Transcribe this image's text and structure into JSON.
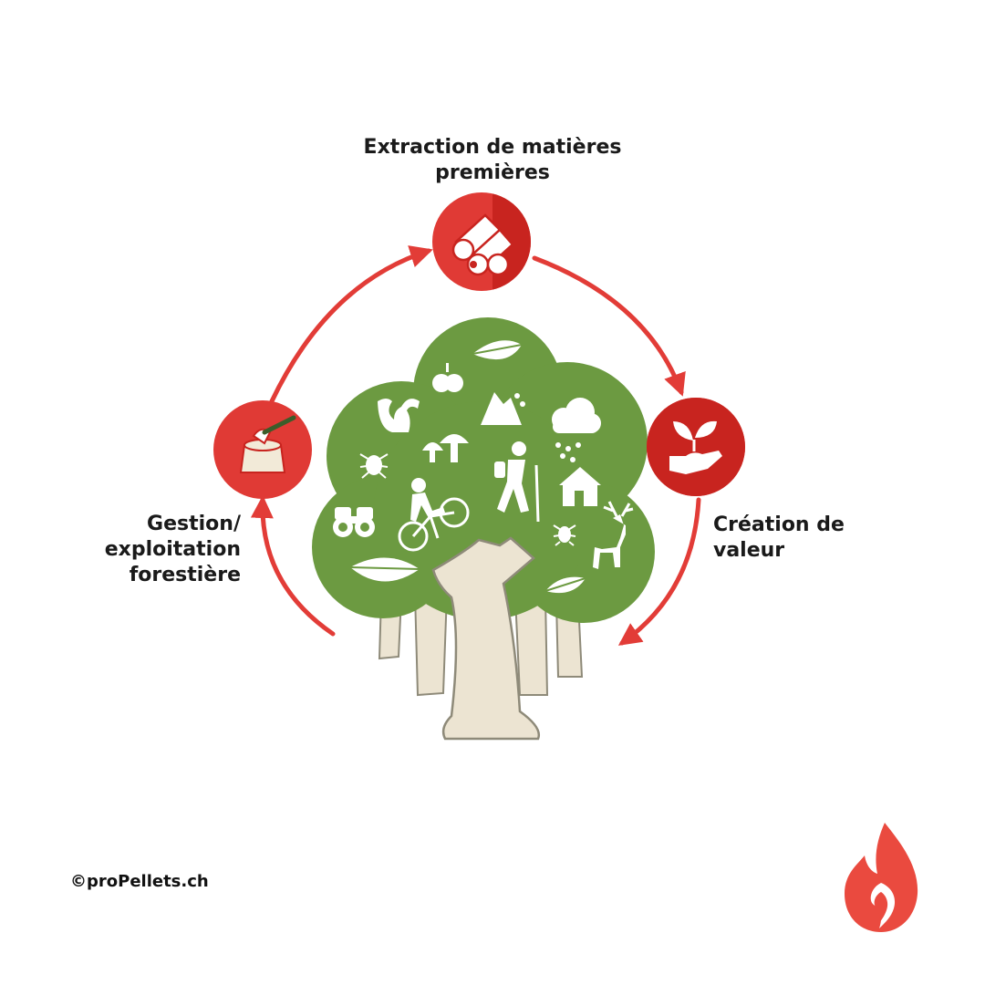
{
  "colors": {
    "red": "#e03a35",
    "red_dark": "#c8241f",
    "arrow": "#e23c37",
    "canopy": "#6c9a41",
    "trunk": "#ece4d2",
    "trunk_outline": "#8e8a79",
    "text": "#1a1a1a"
  },
  "labels": {
    "top": "Extraction de matières premières",
    "right": "Création de valeur",
    "left": "Gestion/ exploitation forestière"
  },
  "icons": {
    "top": "log-pile-icon",
    "right": "seedling-in-hand-icon",
    "left": "axe-in-stump-icon",
    "logo": "flame-logo-icon"
  },
  "canopy_icons": [
    "leaf-icon",
    "apple-icon",
    "squirrel-icon",
    "mountain-icon",
    "rain-cloud-icon",
    "mushroom-icon",
    "tick-icon",
    "hiker-icon",
    "house-icon",
    "binoculars-icon",
    "cyclist-icon",
    "deer-icon"
  ],
  "footer": {
    "copyright": "©proPellets.ch"
  }
}
